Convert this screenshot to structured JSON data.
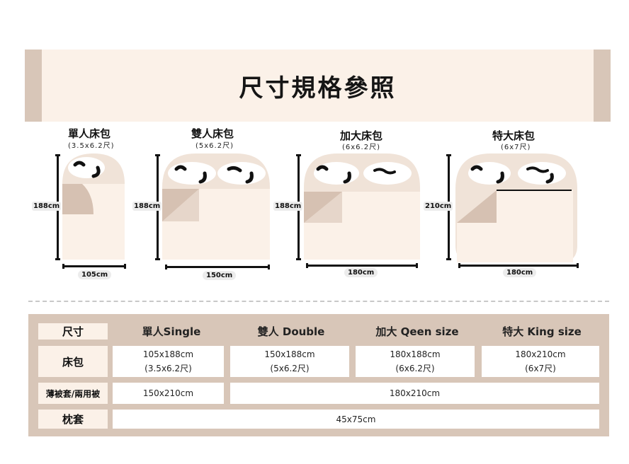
{
  "header": {
    "title": "尺寸規格參照"
  },
  "beds": [
    {
      "name": "單人床包",
      "size_feet": "(3.5x6.2尺)",
      "height": "188cm",
      "width": "105cm"
    },
    {
      "name": "雙人床包",
      "size_feet": "(5x6.2尺)",
      "height": "188cm",
      "width": "150cm"
    },
    {
      "name": "加大床包",
      "size_feet": "(6x6.2尺)",
      "height": "188cm",
      "width": "180cm"
    },
    {
      "name": "特大床包",
      "size_feet": "(6x7尺)",
      "height": "210cm",
      "width": "180cm"
    }
  ],
  "table": {
    "headers": [
      "尺寸",
      "單人Single",
      "雙人 Double",
      "加大 Qeen size",
      "特大 King size"
    ],
    "rows": [
      {
        "label": "床包",
        "cells": [
          {
            "cm": "105x188cm",
            "feet": "(3.5x6.2尺)"
          },
          {
            "cm": "150x188cm",
            "feet": "(5x6.2尺)"
          },
          {
            "cm": "180x188cm",
            "feet": "(6x6.2尺)"
          },
          {
            "cm": "180x210cm",
            "feet": "(6x7尺)"
          }
        ]
      },
      {
        "label": "薄被套/兩用被",
        "single": "150x210cm",
        "rest": "180x210cm"
      },
      {
        "label": "枕套",
        "all": "45x75cm"
      }
    ]
  },
  "colors": {
    "banner_bg": "#fbf1e8",
    "frame": "#d8c6b8",
    "sheet": "#fbf1e8",
    "fold": "#d6c1b2",
    "line": "#111111"
  }
}
